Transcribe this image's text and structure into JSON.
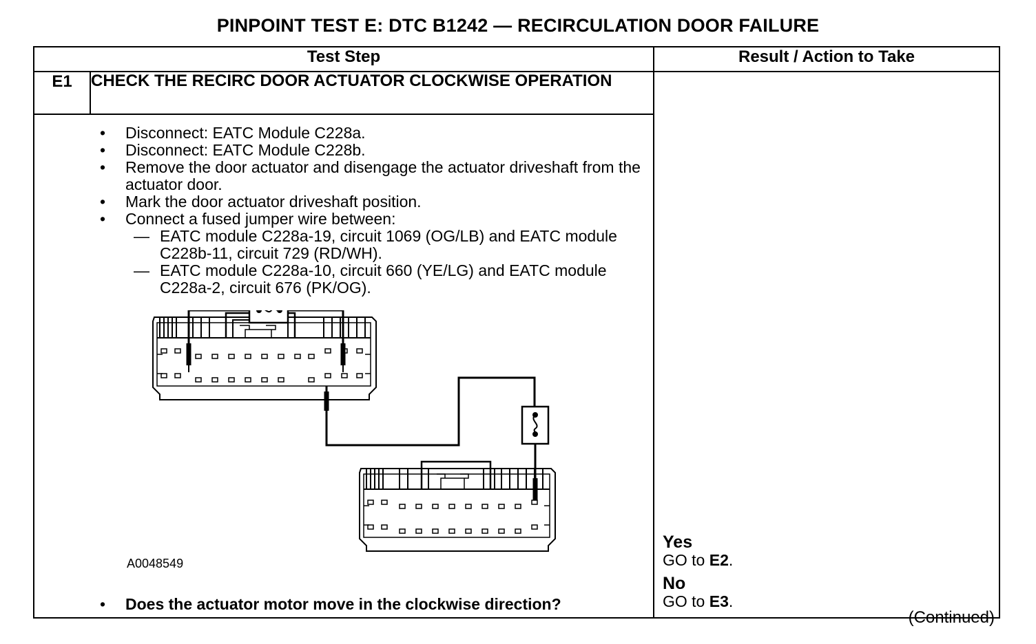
{
  "title": "PINPOINT TEST  E: DTC B1242 — RECIRCULATION DOOR FAILURE",
  "table": {
    "col_test_step": "Test Step",
    "col_result": "Result / Action to Take"
  },
  "step": {
    "id": "E1",
    "heading": "CHECK THE RECIRC DOOR ACTUATOR CLOCKWISE OPERATION",
    "bullet_glyph": "•",
    "dash_glyph": "—",
    "items": [
      "Disconnect: EATC Module C228a.",
      "Disconnect: EATC Module C228b.",
      "Remove the door actuator and disengage the actuator driveshaft from the actuator door.",
      "Mark the door actuator driveshaft position.",
      "Connect a fused jumper wire between:"
    ],
    "sub_items": [
      "EATC module C228a-19, circuit 1069 (OG/LB) and EATC module C228b-11, circuit 729 (RD/WH).",
      "EATC module C228a-10, circuit 660 (YE/LG) and EATC module C228a-2, circuit 676 (PK/OG)."
    ],
    "figure_id": "A0048549",
    "question": "Does the actuator motor move in the clockwise direction?"
  },
  "results": {
    "yes_label": "Yes",
    "yes_action_prefix": "GO to ",
    "yes_action_target": "E2",
    "yes_action_suffix": ".",
    "no_label": "No",
    "no_action_prefix": "GO to ",
    "no_action_target": "E3",
    "no_action_suffix": "."
  },
  "footer": {
    "continued": "(Continued)"
  }
}
